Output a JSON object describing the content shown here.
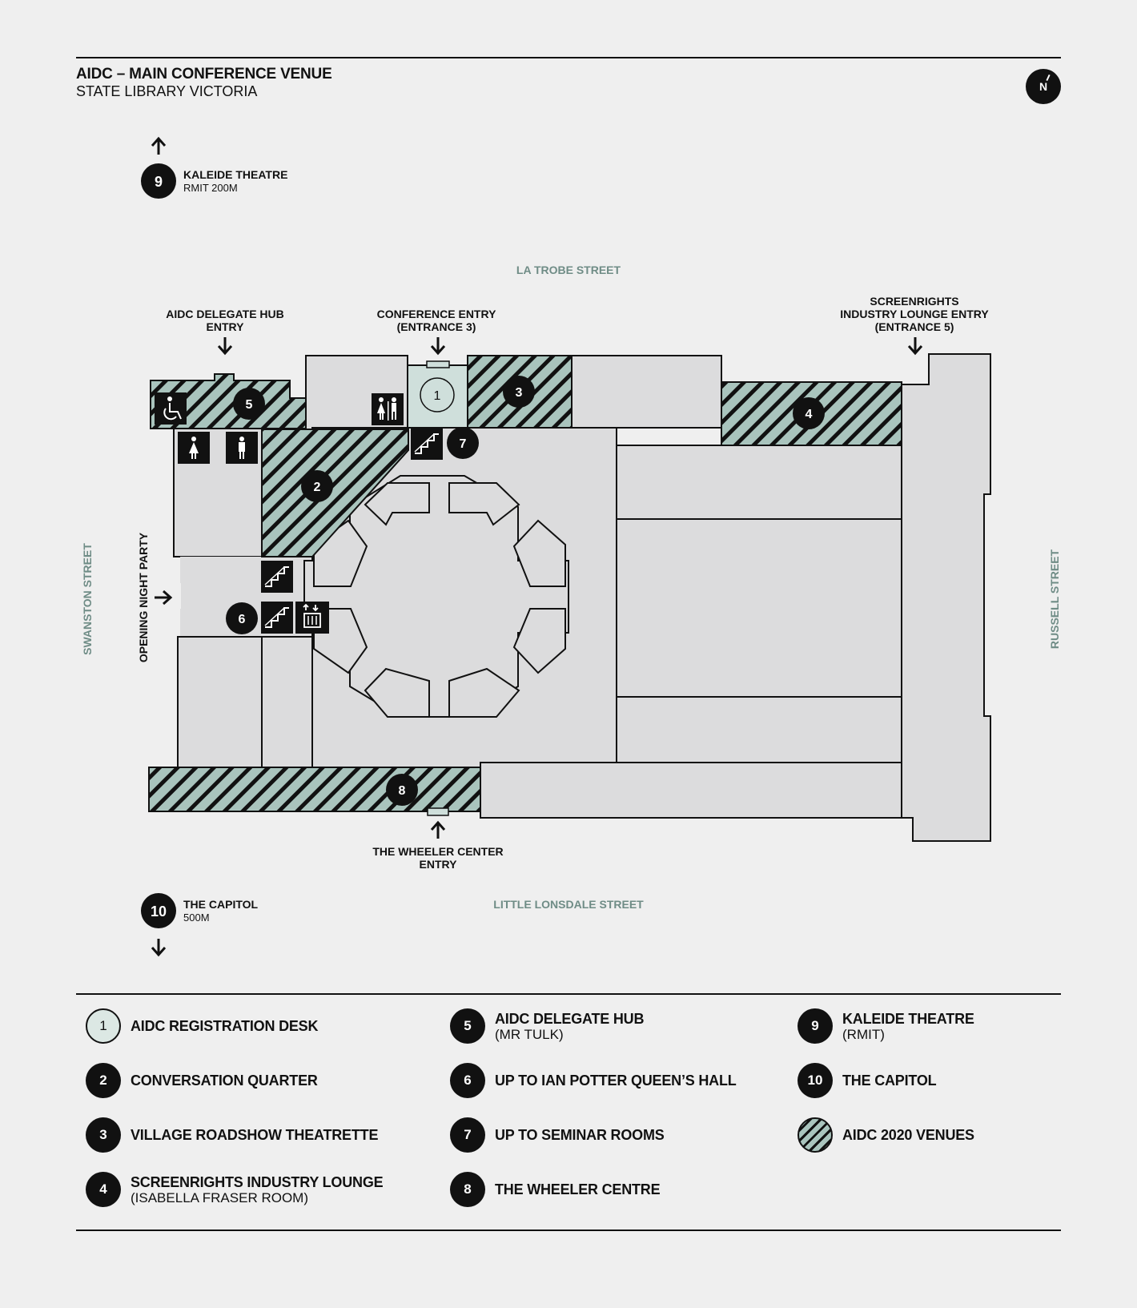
{
  "header": {
    "title": "AIDC – MAIN CONFERENCE VENUE",
    "subtitle": "STATE LIBRARY VICTORIA",
    "north_label": "N"
  },
  "colors": {
    "background": "#efefef",
    "room_fill": "#dcdcdd",
    "venue_hatch": "#a9c4bd",
    "registration_fill": "#cfdfdb",
    "street_label": "#6f8c86",
    "ink": "#111111"
  },
  "streets": {
    "north": "LA TROBE STREET",
    "south": "LITTLE LONSDALE STREET",
    "west": "SWANSTON STREET",
    "east": "RUSSELL STREET"
  },
  "offsite": {
    "kaleide": {
      "number": "9",
      "name": "KALEIDE THEATRE",
      "distance": "RMIT 200M"
    },
    "capitol": {
      "number": "10",
      "name": "THE CAPITOL",
      "distance": "500M"
    }
  },
  "entries": {
    "delegate_hub": [
      "AIDC DELEGATE HUB",
      "ENTRY"
    ],
    "conference": [
      "CONFERENCE ENTRY",
      "(ENTRANCE 3)"
    ],
    "screenrights": [
      "SCREENRIGHTS",
      "INDUSTRY LOUNGE ENTRY",
      "(ENTRANCE 5)"
    ],
    "wheeler": [
      "THE WHEELER CENTER",
      "ENTRY"
    ],
    "opening_party": "OPENING NIGHT PARTY"
  },
  "map_markers": [
    "1",
    "2",
    "3",
    "4",
    "5",
    "6",
    "7",
    "8"
  ],
  "icons": [
    "wheelchair-icon",
    "toilet-female-icon",
    "toilet-male-icon",
    "toilets-icon",
    "stairs-icon",
    "lift-icon",
    "arrow-icon",
    "compass-icon"
  ],
  "legend": [
    {
      "number": "1",
      "main": "AIDC REGISTRATION DESK",
      "sub": ""
    },
    {
      "number": "2",
      "main": "CONVERSATION QUARTER",
      "sub": ""
    },
    {
      "number": "3",
      "main": "VILLAGE ROADSHOW THEATRETTE",
      "sub": ""
    },
    {
      "number": "4",
      "main": "SCREENRIGHTS INDUSTRY LOUNGE",
      "sub": "(ISABELLA FRASER ROOM)"
    },
    {
      "number": "5",
      "main": "AIDC DELEGATE HUB",
      "sub": "(MR TULK)"
    },
    {
      "number": "6",
      "main": "UP TO IAN POTTER QUEEN’S HALL",
      "sub": ""
    },
    {
      "number": "7",
      "main": "UP TO SEMINAR ROOMS",
      "sub": ""
    },
    {
      "number": "8",
      "main": "THE WHEELER CENTRE",
      "sub": ""
    },
    {
      "number": "9",
      "main": "KALEIDE THEATRE",
      "sub": "(RMIT)"
    },
    {
      "number": "10",
      "main": "THE CAPITOL",
      "sub": ""
    },
    {
      "number": "",
      "main": "AIDC 2020 VENUES",
      "sub": ""
    }
  ]
}
